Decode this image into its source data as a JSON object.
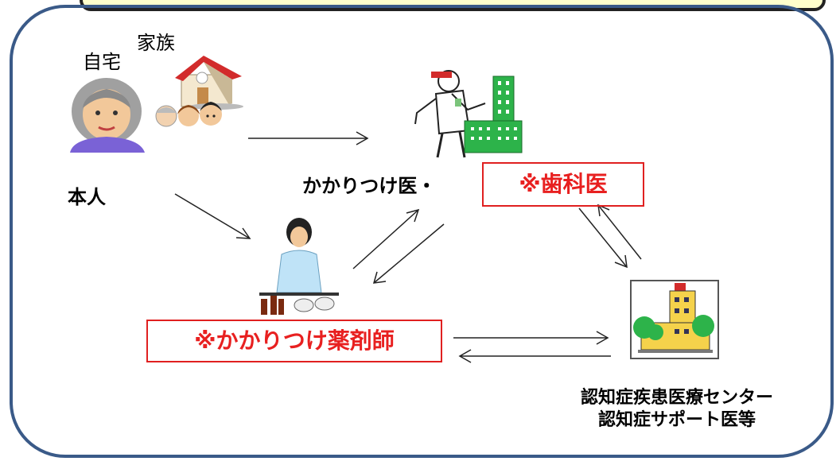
{
  "labels": {
    "home": "自宅",
    "family": "家族",
    "patient": "本人",
    "family_doctor": "かかりつけ医・",
    "dentist": "※歯科医",
    "pharmacist": "※かかりつけ薬剤師",
    "center_line1": "認知症疾患医療センター",
    "center_line2": "認知症サポート医等"
  },
  "colors": {
    "frame": "#3a5a88",
    "title_fill": "#ffffcc",
    "emphasis_red": "#e82020"
  },
  "icons": {
    "patient": "elderly-woman-icon",
    "home": "house-icon",
    "family": "family-faces-icon",
    "doctor": "doctor-with-stethoscope-icon",
    "clinic": "clinic-building-icon",
    "pharmacist": "pharmacist-icon",
    "hospital": "hospital-icon"
  }
}
